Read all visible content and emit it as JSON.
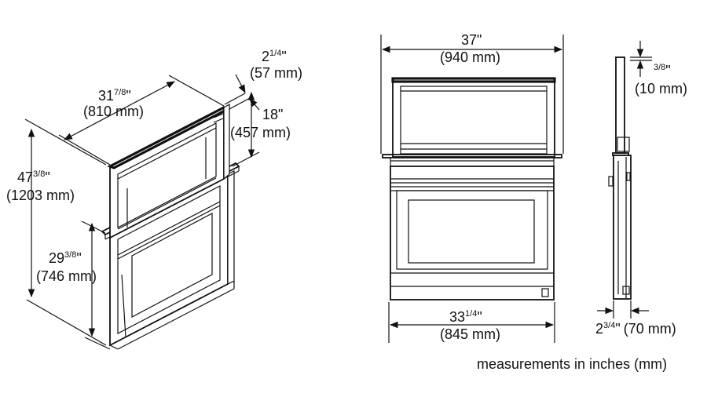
{
  "front_view": {
    "width_top": {
      "main": "37",
      "unit_mark": "\"",
      "mm": "(940 mm)"
    },
    "width_bottom": {
      "main": "33",
      "frac": "1/4",
      "unit_mark": "\"",
      "mm": "(845 mm)"
    }
  },
  "side_view": {
    "top_thickness": {
      "frac": "3/8",
      "unit_mark": "\"",
      "mm": "(10 mm)"
    },
    "depth": {
      "main": "2",
      "frac": "3/4",
      "unit_mark": "\"",
      "mm": "(70 mm)"
    }
  },
  "iso_view": {
    "width": {
      "main": "31",
      "frac": "7/8",
      "unit_mark": "\"",
      "mm": "(810 mm)"
    },
    "panel_depth": {
      "main": "2",
      "frac": "1/4",
      "unit_mark": "\"",
      "mm": "(57 mm)"
    },
    "rise": {
      "main": "18",
      "unit_mark": "\"",
      "mm": "(457 mm)"
    },
    "total_height": {
      "main": "47",
      "frac": "3/8",
      "unit_mark": "\"",
      "mm": "(1203 mm)"
    },
    "base_height": {
      "main": "29",
      "frac": "3/8",
      "unit_mark": "\"",
      "mm": "(746 mm)"
    }
  },
  "footer": {
    "note": "measurements in inches (mm)"
  }
}
